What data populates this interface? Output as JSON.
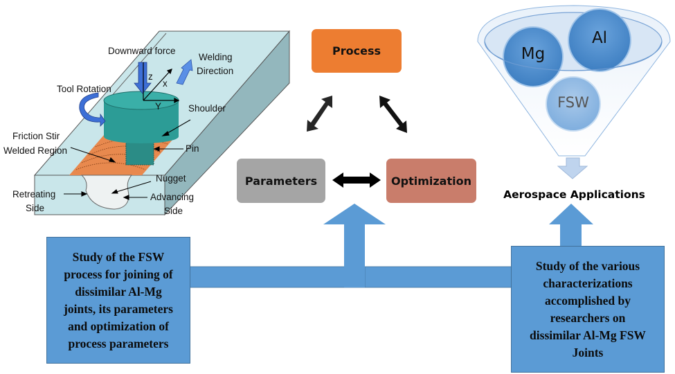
{
  "fsw_schematic": {
    "labels": {
      "downward_force": "Downward force",
      "welding_direction_line1": "Welding",
      "welding_direction_line2": "Direction",
      "axis_z": "z",
      "axis_x": "x",
      "axis_y": "Y",
      "tool_rotation": "Tool Rotation",
      "shoulder": "Shoulder",
      "friction_stir_line1": "Friction Stir",
      "friction_stir_line2": "Welded Region",
      "pin": "Pin",
      "nugget": "Nugget",
      "retreating_line1": "Retreating",
      "retreating_line2": "Side",
      "advancing_line1": "Advancing",
      "advancing_line2": "Side"
    }
  },
  "cycle": {
    "process": "Process",
    "parameters": "Parameters",
    "optimization": "Optimization"
  },
  "funnel": {
    "balls": [
      "Mg",
      "Al",
      "FSW"
    ],
    "output_label": "Aerospace Applications"
  },
  "study_boxes": {
    "left": [
      "Study of the FSW",
      "process for joining of",
      "dissimilar Al-Mg",
      "joints, its parameters",
      "and optimization of",
      "process parameters"
    ],
    "right": [
      "Study of the various",
      "characterizations",
      "accomplished by",
      "researchers on",
      "dissimilar Al-Mg FSW",
      "Joints"
    ]
  },
  "colors": {
    "process": "#ED7D31",
    "parameters": "#A5A5A5",
    "optimization": "#C97D6B",
    "blue": "#5B9BD5"
  }
}
